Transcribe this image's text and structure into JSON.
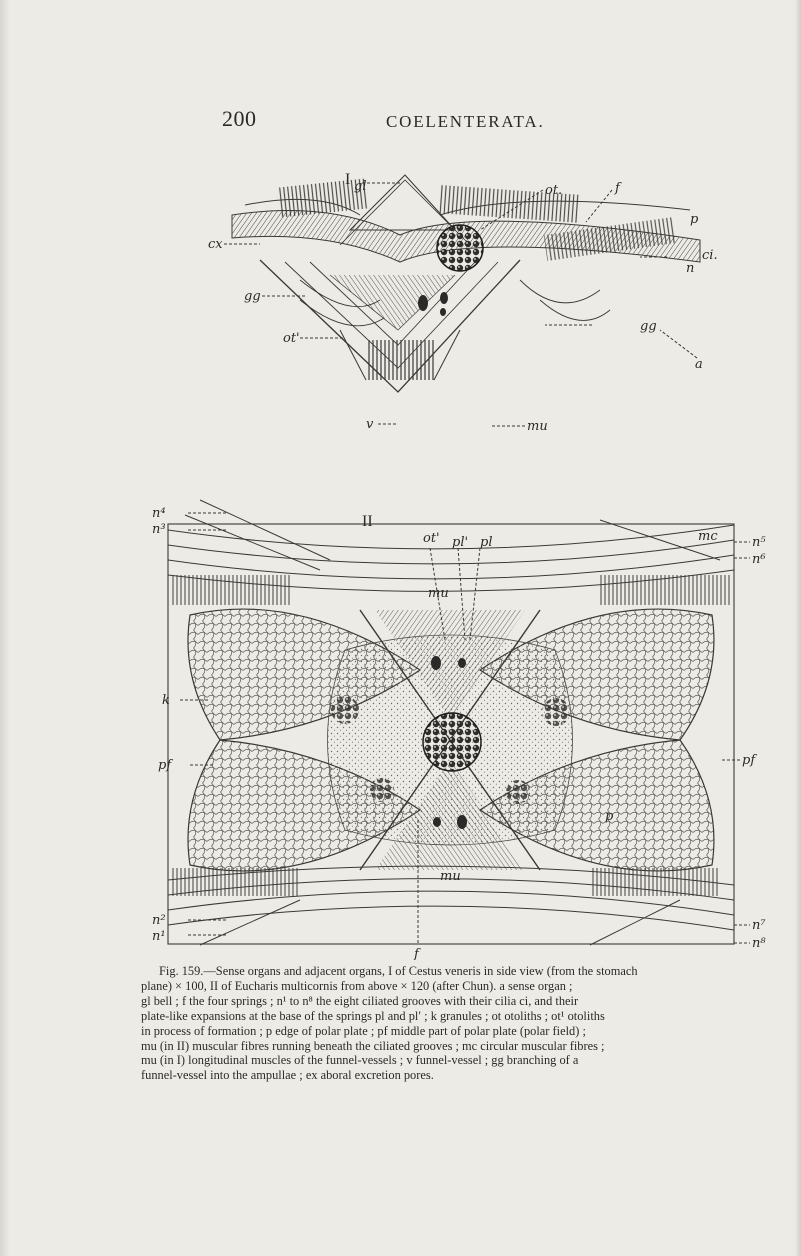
{
  "header": {
    "page_number": "200",
    "running_title": "COELENTERATA."
  },
  "figure": {
    "panel_1": {
      "numeral": "I",
      "labels": {
        "gl": "gl",
        "ot": "ot.",
        "f": "f",
        "p": "p",
        "cx": "cx",
        "ci": "ci.",
        "n": "n",
        "gg_left": "gg",
        "gg_right": "gg",
        "ot1": "ot'",
        "a": "a",
        "v": "v",
        "mu": "mu"
      }
    },
    "panel_2": {
      "numeral": "II",
      "labels": {
        "n4": "n⁴",
        "n3": "n³",
        "ot1": "ot'",
        "pl1": "pl'",
        "pl": "pl",
        "mc": "mc",
        "n5": "n⁵",
        "n6": "n⁶",
        "mu_top": "mu",
        "k": "k",
        "pf_left": "pf",
        "pf_right": "pf",
        "p": "p",
        "mu_bottom": "mu",
        "n2": "n²",
        "n1": "n¹",
        "n7": "n⁷",
        "n8": "n⁸",
        "f": "f"
      }
    }
  },
  "caption": {
    "line1": "Fig. 159.—Sense organs and adjacent organs, I of Cestus veneris in side view (from the stomach",
    "line2": "plane) × 100, II of Eucharis multicornis from above × 120 (after Chun). a sense organ ;",
    "line3": "gl bell ; f the four springs ; n¹ to n⁸ the eight ciliated grooves with their cilia ci, and their",
    "line4": "plate-like expansions at the base of the springs pl and pl′ ; k granules ; ot otoliths ; ot¹ otoliths",
    "line5": "in process of formation ; p edge of polar plate ; pf middle part of polar plate (polar field) ;",
    "line6": "mu (in II) muscular fibres running beneath the ciliated grooves ; mc circular muscular fibres ;",
    "line7": "mu (in I) longitudinal muscles of the funnel-vessels ; v funnel-vessel ; gg branching of a",
    "line8": "funnel-vessel into the ampullae ; ex aboral excretion pores."
  },
  "colors": {
    "paper": "#ecebe6",
    "ink": "#2b2a28"
  }
}
